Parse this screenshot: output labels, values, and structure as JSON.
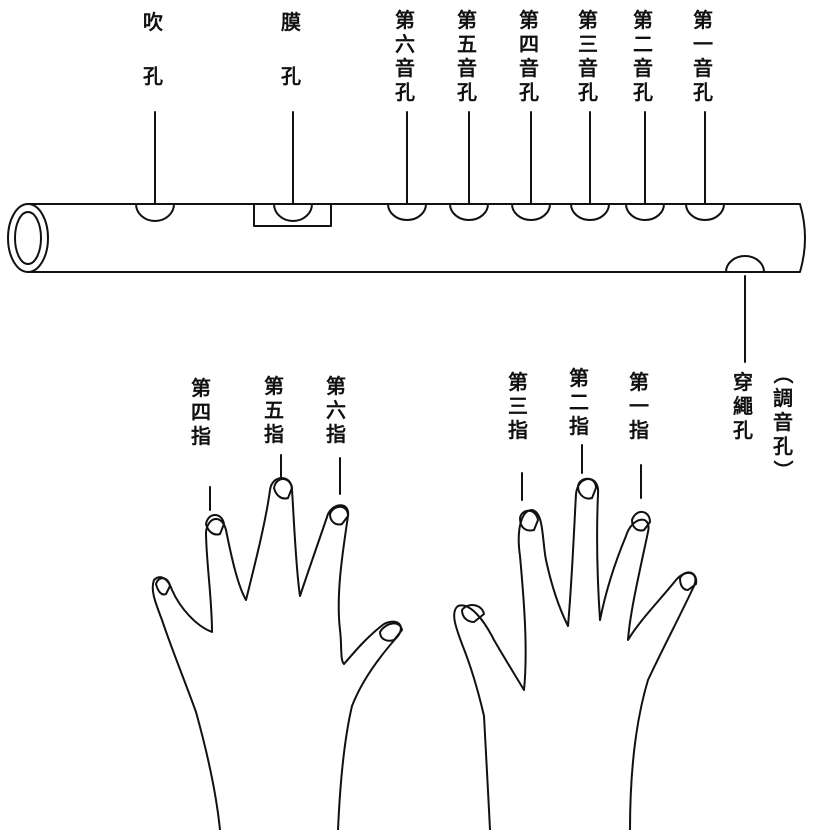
{
  "flute": {
    "blow_hole": [
      "吹",
      "孔"
    ],
    "membrane_hole": [
      "膜",
      "孔"
    ],
    "note_holes": [
      [
        "第",
        "六",
        "音",
        "孔"
      ],
      [
        "第",
        "五",
        "音",
        "孔"
      ],
      [
        "第",
        "四",
        "音",
        "孔"
      ],
      [
        "第",
        "三",
        "音",
        "孔"
      ],
      [
        "第",
        "二",
        "音",
        "孔"
      ],
      [
        "第",
        "一",
        "音",
        "孔"
      ]
    ],
    "rope_hole": [
      "穿",
      "繩",
      "孔"
    ],
    "tuning_hole": [
      "（",
      "調",
      "音",
      "孔",
      "）"
    ]
  },
  "fingers": {
    "left": [
      [
        "第",
        "四",
        "指"
      ],
      [
        "第",
        "五",
        "指"
      ],
      [
        "第",
        "六",
        "指"
      ]
    ],
    "right": [
      [
        "第",
        "三",
        "指"
      ],
      [
        "第",
        "二",
        "指"
      ],
      [
        "第",
        "一",
        "指"
      ]
    ]
  }
}
